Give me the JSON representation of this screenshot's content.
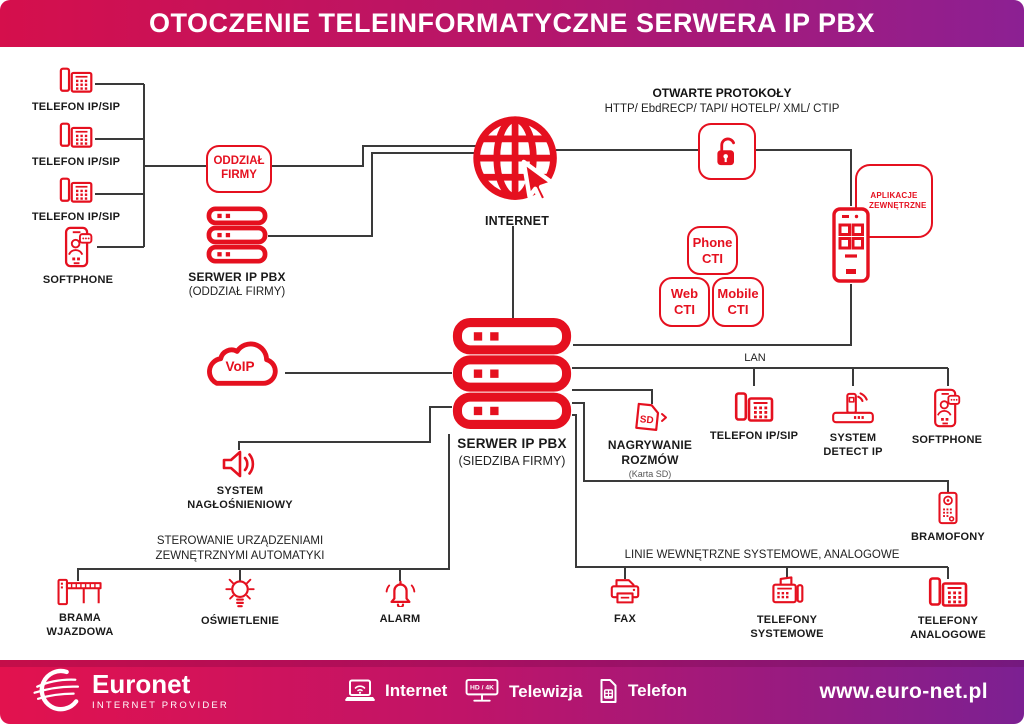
{
  "header": {
    "title": "OTOCZENIE TELEINFORMATYCZNE SERWERA IP PBX"
  },
  "colors": {
    "accent_red": "#e5101f",
    "banner_gradient_left": "#d50f4c",
    "banner_gradient_right": "#8c2093",
    "wire": "#3a3a3a"
  },
  "branch": {
    "phone1_label": "TELEFON IP/SIP",
    "phone2_label": "TELEFON IP/SIP",
    "phone3_label": "TELEFON IP/SIP",
    "softphone_label": "SOFTPHONE",
    "office_box_label": "ODDZIAŁ FIRMY",
    "server_title": "SERWER IP PBX",
    "server_sub": "(ODDZIAŁ FIRMY)"
  },
  "internet_label": "INTERNET",
  "protocols": {
    "title": "OTWARTE PROTOKOŁY",
    "list": "HTTP/ EbdRECP/ TAPI/ HOTELP/ XML/ CTIP"
  },
  "apps": {
    "box_label": "APLIKACJE ZEWNĘTRZNE",
    "phone_cti": "Phone CTI",
    "web_cti": "Web CTI",
    "mobile_cti": "Mobile CTI"
  },
  "voip_label": "VoIP",
  "main_server": {
    "title": "SERWER IP PBX",
    "sub": "(SIEDZIBA FIRMY)"
  },
  "lan": {
    "label": "LAN",
    "phone_label": "TELEFON IP/SIP",
    "detect_label": "SYSTEM DETECT IP",
    "softphone_label": "SOFTPHONE"
  },
  "recording": {
    "badge": "SD",
    "title": "NAGRYWANIE ROZMÓW",
    "sub": "(Karta SD)"
  },
  "bramofony_label": "BRAMOFONY",
  "pa_label": "SYSTEM NAGŁOŚNIENIOWY",
  "automation": {
    "caption": "STEROWANIE URZĄDZENIAMI ZEWNĘTRZNYMI AUTOMATYKI",
    "gate_label": "BRAMA WJAZDOWA",
    "light_label": "OŚWIETLENIE",
    "alarm_label": "ALARM"
  },
  "internal_lines": {
    "caption": "LINIE WEWNĘTRZNE SYSTEMOWE, ANALOGOWE",
    "fax_label": "FAX",
    "system_phones_label": "TELEFONY SYSTEMOWE",
    "analog_phones_label": "TELEFONY ANALOGOWE"
  },
  "footer": {
    "brand": "Euronet",
    "brand_sub": "INTERNET PROVIDER",
    "service_internet": "Internet",
    "tv_badge": "HD / 4K",
    "service_tv": "Telewizja",
    "service_phone": "Telefon",
    "website": "www.euro-net.pl"
  }
}
